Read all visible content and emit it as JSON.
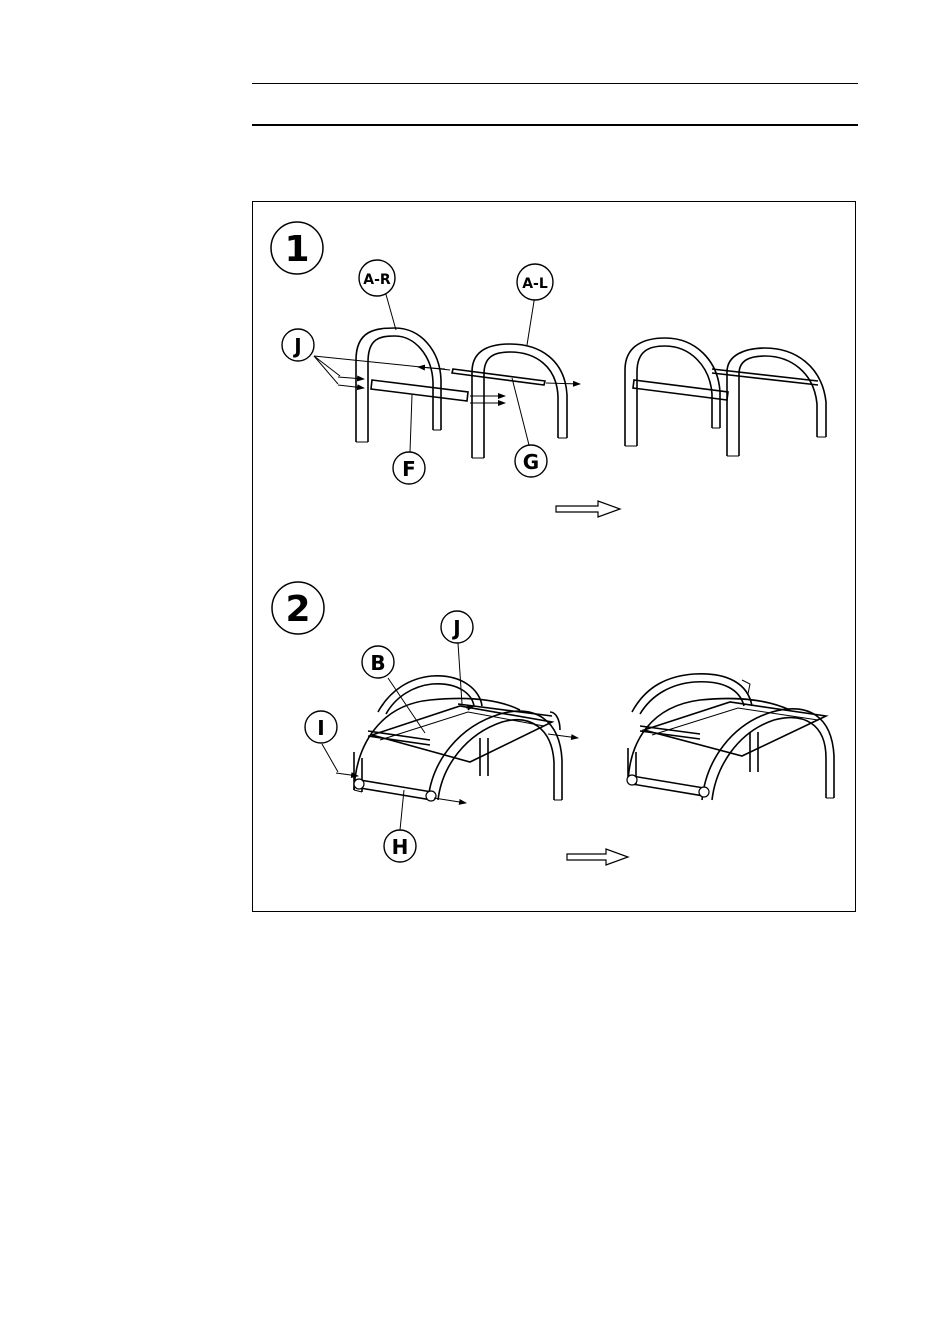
{
  "steps": [
    {
      "number": "1",
      "labels": {
        "a_r": "A-R",
        "a_l": "A-L",
        "j": "J",
        "f": "F",
        "g": "G"
      }
    },
    {
      "number": "2",
      "labels": {
        "b": "B",
        "j": "J",
        "i": "I",
        "h": "H"
      }
    }
  ]
}
